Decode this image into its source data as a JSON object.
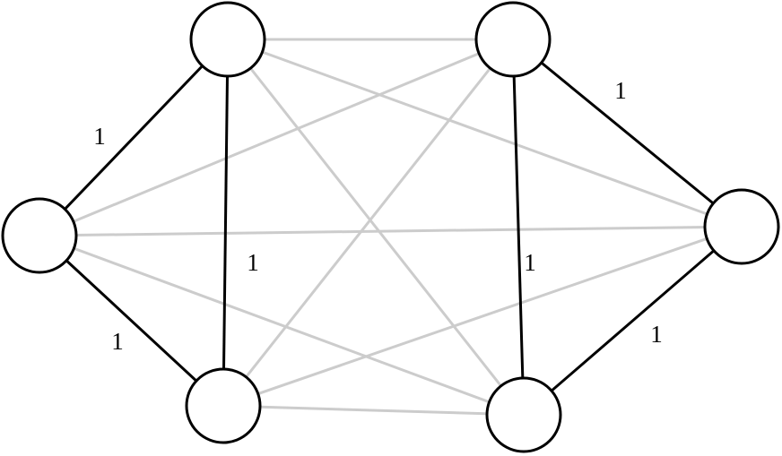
{
  "graph": {
    "colors": {
      "strong_edge": "#000000",
      "weak_edge": "#cccccc",
      "node_fill": "#ffffff",
      "node_stroke": "#000000"
    },
    "nodes": [
      {
        "id": "L"
      },
      {
        "id": "TL"
      },
      {
        "id": "BL"
      },
      {
        "id": "TR"
      },
      {
        "id": "BR"
      },
      {
        "id": "R"
      }
    ],
    "weak_edges": [
      [
        "TL",
        "TR"
      ],
      [
        "TL",
        "R"
      ],
      [
        "TL",
        "BR"
      ],
      [
        "L",
        "TR"
      ],
      [
        "L",
        "R"
      ],
      [
        "L",
        "BR"
      ],
      [
        "BL",
        "TR"
      ],
      [
        "BL",
        "R"
      ],
      [
        "BL",
        "BR"
      ]
    ],
    "strong_edges": [
      {
        "from": "L",
        "to": "TL",
        "label": "1"
      },
      {
        "from": "L",
        "to": "BL",
        "label": "1"
      },
      {
        "from": "TL",
        "to": "BL",
        "label": "1"
      },
      {
        "from": "TR",
        "to": "R",
        "label": "1"
      },
      {
        "from": "BR",
        "to": "R",
        "label": "1"
      },
      {
        "from": "TR",
        "to": "BR",
        "label": "1"
      }
    ]
  }
}
